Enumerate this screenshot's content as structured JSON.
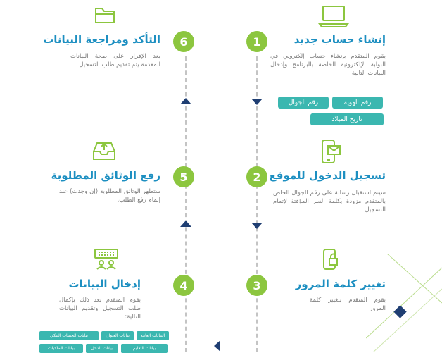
{
  "colors": {
    "title": "#1d8fc1",
    "circle": "#8cc63f",
    "tag": "#3bb7b0",
    "arrow": "#1f3e72",
    "text": "#7a7a7a"
  },
  "steps": [
    {
      "number": "1",
      "icon": "laptop-icon",
      "title": "إنشاء حساب جديد",
      "desc": "يقوم المتقدم بإنشاء حساب إلكتروني في البوابة الإلكترونية الخاصة بالبرنامج وإدخال البيانات التالية:",
      "tags": [
        "رقم الجوال",
        "رقم الهوية",
        "تاريخ الميلاد"
      ]
    },
    {
      "number": "2",
      "icon": "phone-message-icon",
      "title": "تسجيل الدخول للموقع",
      "desc": "سيتم استقبال رسالة على رقم الجوال الخاص بالمتقدم مزودة بكلمة السر المؤقتة لإتمام التسجيل"
    },
    {
      "number": "3",
      "icon": "phone-lock-icon",
      "title": "تغيير كلمة المرور",
      "desc": "يقوم المتقدم بتغيير كلمة المرور"
    },
    {
      "number": "4",
      "icon": "keyboard-icon",
      "title": "إدخال البيانات",
      "desc": "يقوم المتقدم بعد ذلك بإكمال طلب التسجيل وتقديم البيانات التالية:",
      "tags": [
        "البيانات العامة",
        "بيانات العنوان",
        "بيانات الحساب البنكي",
        "بيانات التعليم",
        "بيانات الدخل",
        "بيانات الملكيات"
      ]
    },
    {
      "number": "5",
      "icon": "upload-tray-icon",
      "title": "رفع الوثائق المطلوبة",
      "desc": "ستظهر الوثائق المطلوبة (إن وجدت) عند إتمام رفع الطلب."
    },
    {
      "number": "6",
      "icon": "folder-icon",
      "title": "التأكد ومراجعة البيانات",
      "desc": "بعد الإقرار على صحة البيانات المقدمة يتم تقديم طلب التسجيل"
    }
  ]
}
